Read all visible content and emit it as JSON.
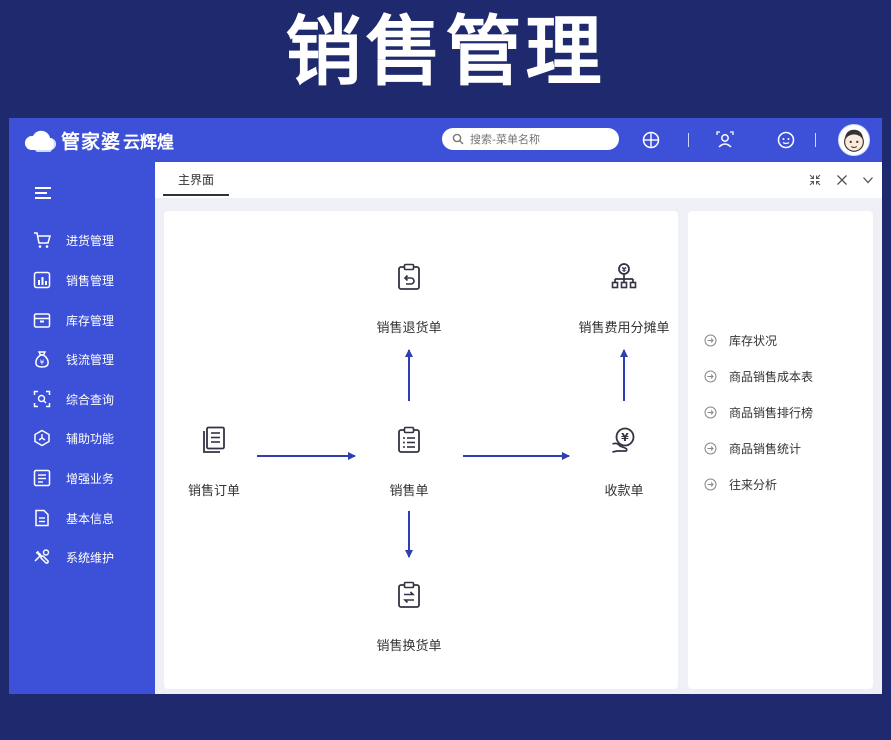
{
  "banner": {
    "title": "销售管理"
  },
  "header": {
    "brand": "管家婆",
    "brand_sub": "云辉煌",
    "search_placeholder": "搜索-菜单名称"
  },
  "sidebar": {
    "items": [
      {
        "label": "进货管理",
        "icon": "cart-icon"
      },
      {
        "label": "销售管理",
        "icon": "sales-chart-icon"
      },
      {
        "label": "库存管理",
        "icon": "inventory-box-icon"
      },
      {
        "label": "钱流管理",
        "icon": "money-bag-icon"
      },
      {
        "label": "综合查询",
        "icon": "search-scan-icon"
      },
      {
        "label": "辅助功能",
        "icon": "assist-icon"
      },
      {
        "label": "增强业务",
        "icon": "enhance-icon"
      },
      {
        "label": "基本信息",
        "icon": "document-icon"
      },
      {
        "label": "系统维护",
        "icon": "maintenance-icon"
      }
    ]
  },
  "tabs": [
    {
      "label": "主界面",
      "active": true
    }
  ],
  "flow": {
    "nodes": {
      "sales_order": "销售订单",
      "sales_bill": "销售单",
      "receipt_bill": "收款单",
      "sales_return": "销售退货单",
      "sales_exchange": "销售换货单",
      "expense_allocation": "销售费用分摊单"
    }
  },
  "quick_links": [
    {
      "label": "库存状况"
    },
    {
      "label": "商品销售成本表"
    },
    {
      "label": "商品销售排行榜"
    },
    {
      "label": "商品销售统计"
    },
    {
      "label": "往来分析"
    }
  ],
  "colors": {
    "background": "#1f2a6e",
    "brand_blue": "#3c50d8",
    "arrow": "#2f3fb0",
    "icon": "#334"
  }
}
